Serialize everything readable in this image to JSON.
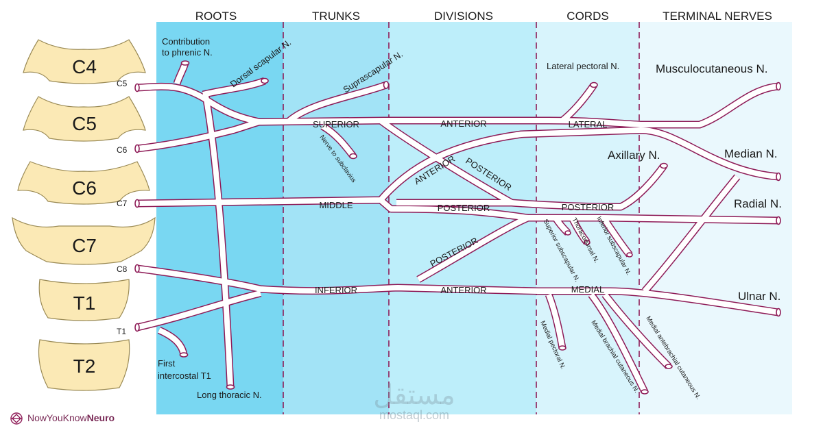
{
  "headers": [
    "ROOTS",
    "TRUNKS",
    "DIVISIONS",
    "CORDS",
    "TERMINAL NERVES"
  ],
  "vertebrae": [
    "C4",
    "C5",
    "C6",
    "C7",
    "T1",
    "T2"
  ],
  "roots": [
    "C5",
    "C6",
    "C7",
    "C8",
    "T1"
  ],
  "trunks": {
    "superior": "SUPERIOR",
    "middle": "MIDDLE",
    "inferior": "INFERIOR"
  },
  "divisions": {
    "anterior_top": "ANTERIOR",
    "anterior_diag": "ANTERIOR",
    "posterior_diag1": "POSTERIOR",
    "posterior_mid": "POSTERIOR",
    "posterior_diag2": "POSTERIOR",
    "anterior_bottom": "ANTERIOR"
  },
  "cords": {
    "lateral": "LATERAL",
    "posterior": "POSTERIOR",
    "medial": "MEDIAL"
  },
  "terminal": {
    "musculocutaneous": "Musculocutaneous N.",
    "axillary": "Axillary N.",
    "median": "Median N.",
    "radial": "Radial N.",
    "ulnar": "Ulnar N."
  },
  "branches": {
    "phrenic_line1": "Contribution",
    "phrenic_line2": "to phrenic N.",
    "dorsal_scapular": "Dorsal scapular N.",
    "suprascapular": "Suprascapular N.",
    "subclavius": "Nerve to subclavius",
    "lateral_pectoral": "Lateral pectoral N.",
    "upper_subscapular": "Superior subscapular N.",
    "thoracodorsal": "Thoracodorsal N.",
    "lower_subscapular": "Inferior subscapular N.",
    "medial_pectoral": "Medial pectoral N.",
    "medial_brachial": "Medial brachial cutaneous N.",
    "medial_antebrachial": "Medial antebrachial cutaneous N.",
    "intercostal_line1": "First",
    "intercostal_line2": "intercostal T1",
    "long_thoracic": "Long thoracic N."
  },
  "brand": {
    "prefix": "NowYouKnow",
    "suffix": "Neuro"
  },
  "watermark": {
    "arabic": "مستقل",
    "latin": "mostaql.com"
  },
  "colors": {
    "nerve": "#8e1b57",
    "roots_bg": "#7ad8f3",
    "trunks_bg": "#9fe3f7",
    "divisions_bg": "#bbedfa",
    "cords_bg": "#d6f3fb",
    "terminal_bg": "#e9f8fd",
    "vertebra": "#fbe9b5"
  }
}
